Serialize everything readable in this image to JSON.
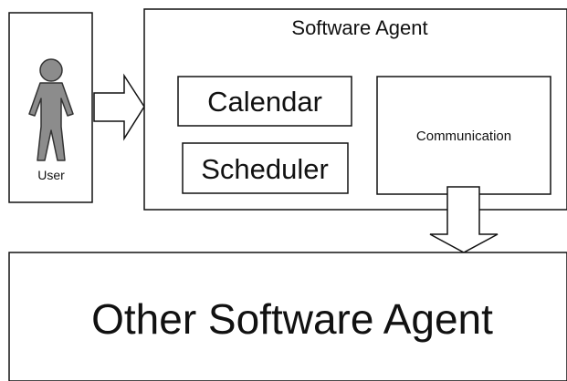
{
  "diagram": {
    "user": {
      "label": "User"
    },
    "software_agent": {
      "title": "Software Agent",
      "components": {
        "calendar": "Calendar",
        "scheduler": "Scheduler",
        "communication": "Communication"
      }
    },
    "other_agent": {
      "label": "Other Software Agent"
    }
  },
  "colors": {
    "stroke": "#111111",
    "figure_fill": "#8c8c8c",
    "background": "#ffffff"
  }
}
